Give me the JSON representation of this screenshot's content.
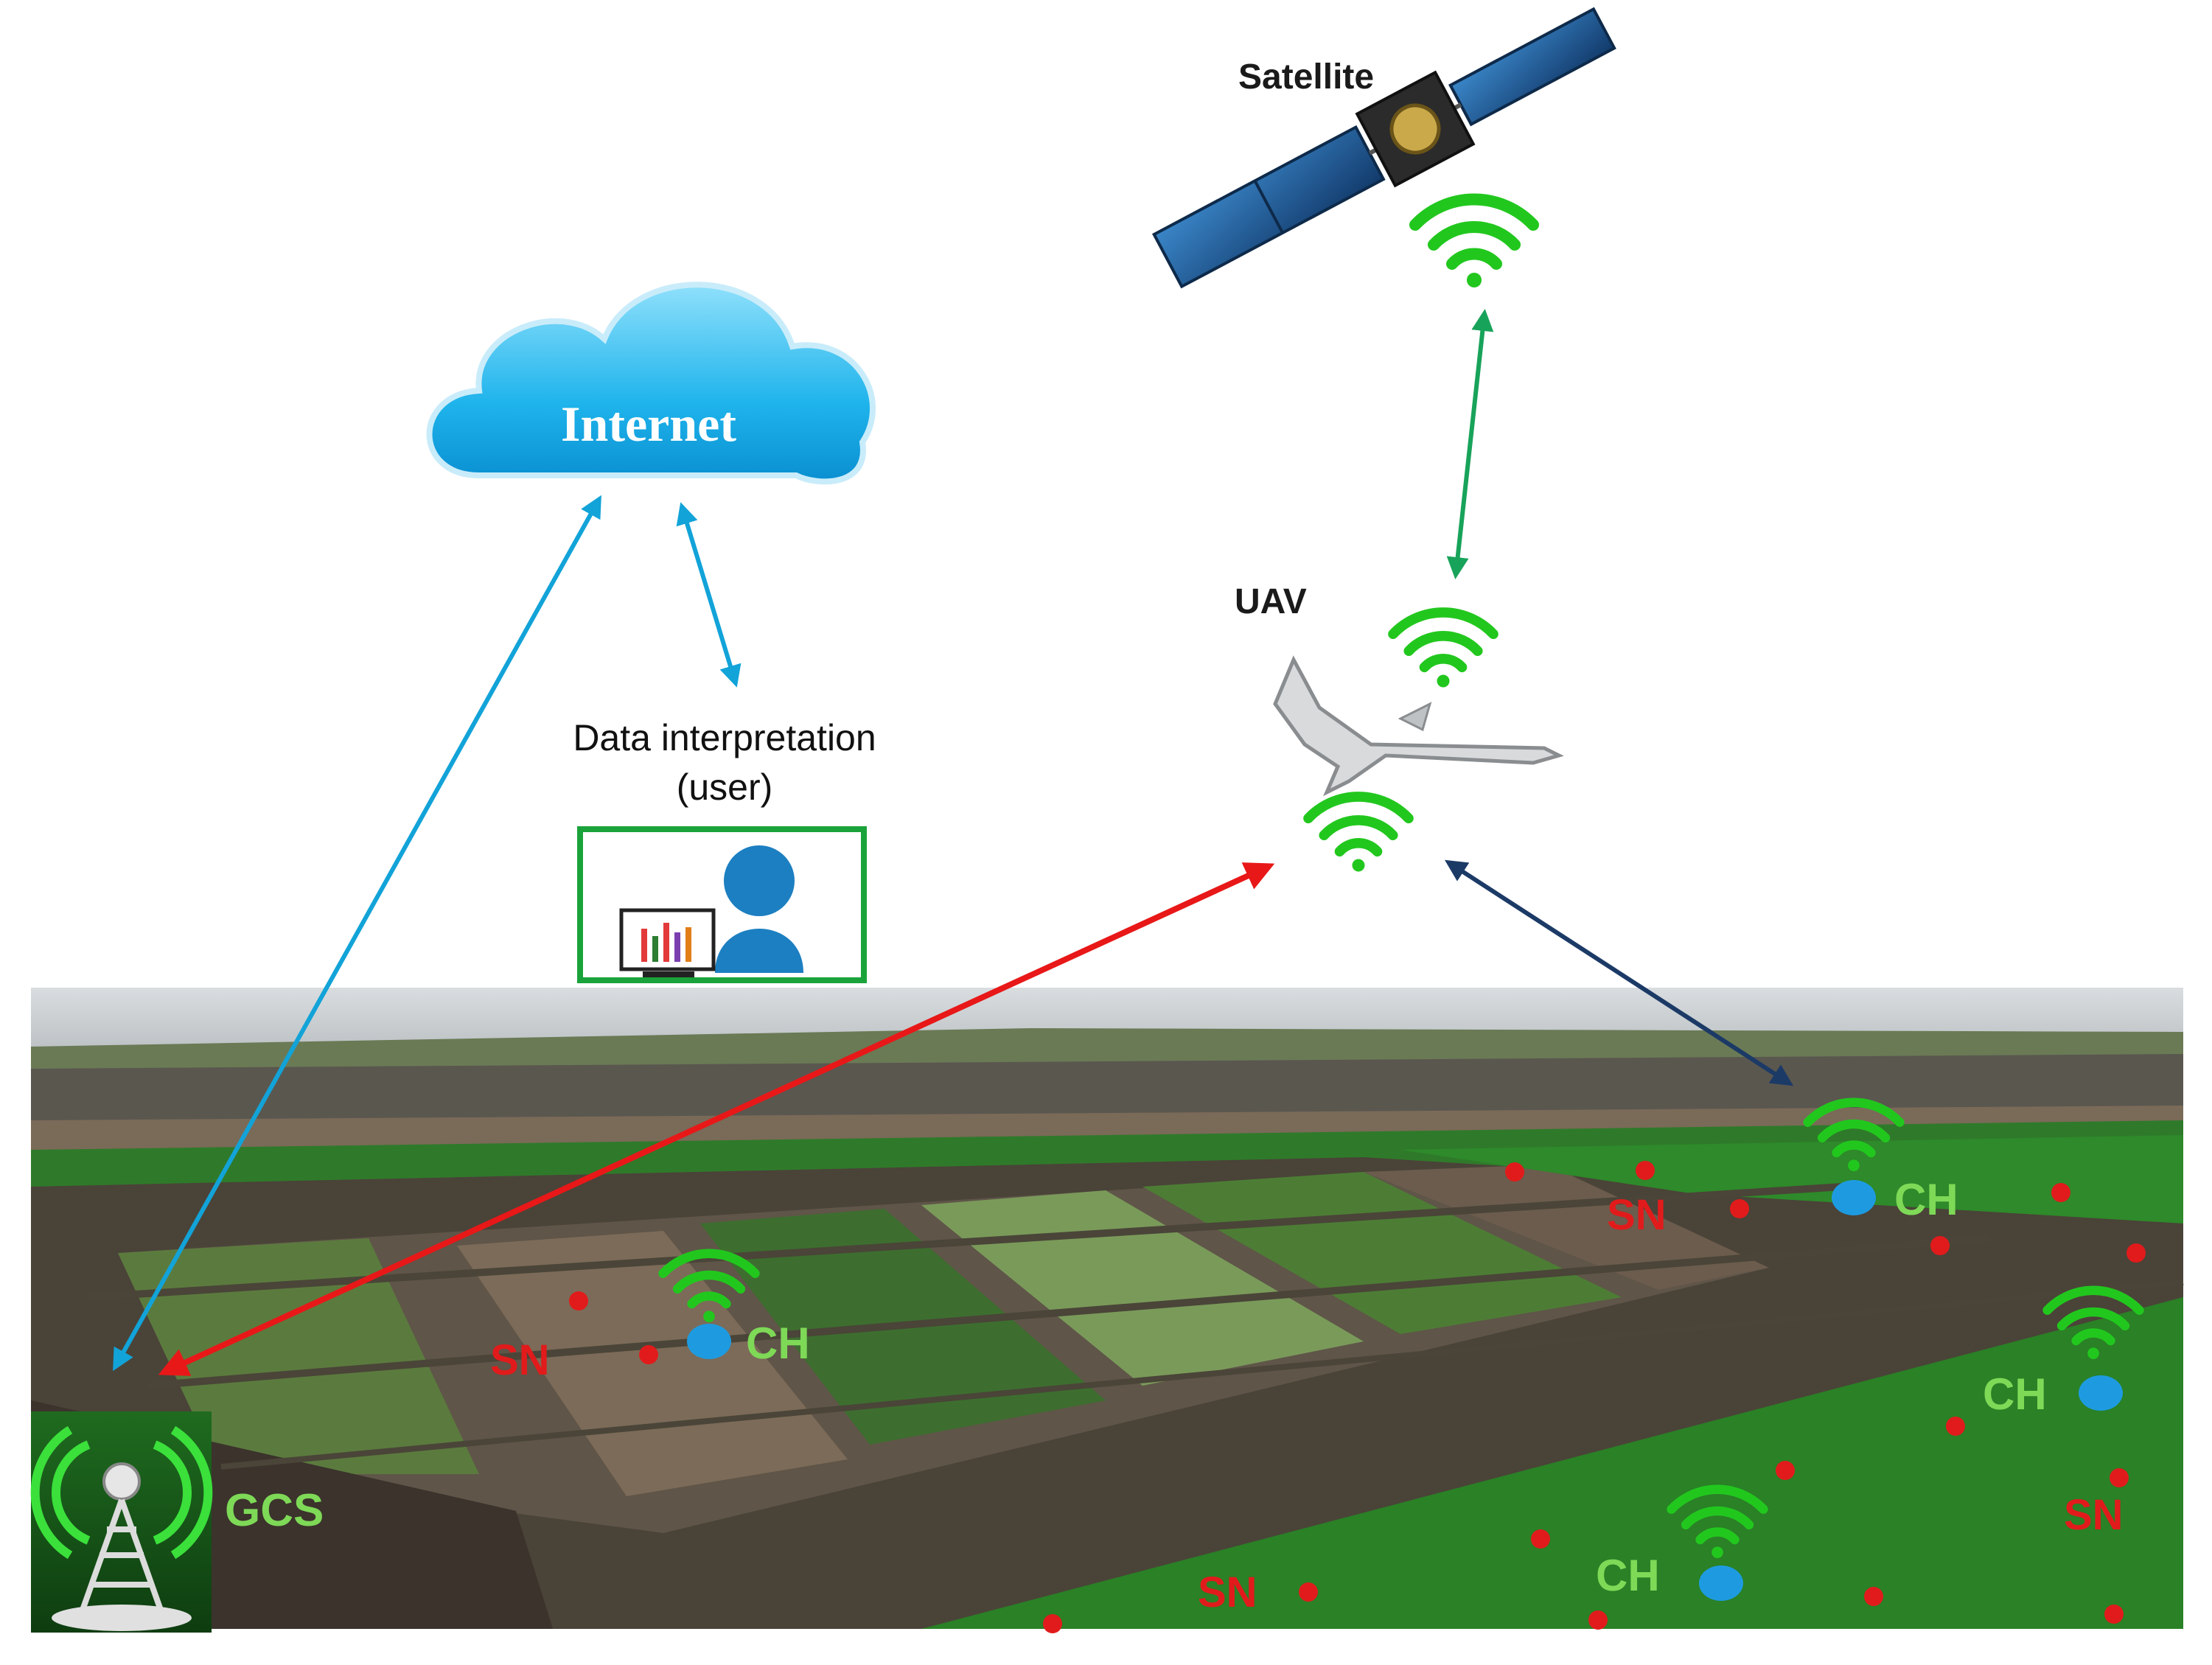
{
  "labels": {
    "satellite": "Satellite",
    "internet": "Internet",
    "uav": "UAV",
    "data_interpretation_line1": "Data interpretation",
    "data_interpretation_line2": "(user)",
    "gcs": "GCS",
    "ch": "CH",
    "sn": "SN"
  },
  "colors": {
    "wifi_green": "#22c71e",
    "sn_red": "#e11b1b",
    "ch_blue": "#1e9be0",
    "label_green": "#7ed957",
    "link_internet": "#12a3d8",
    "link_uav_gcs": "#e81818",
    "link_satellite": "#18a35a",
    "link_cluster": "#1c3a66",
    "user_box": "#1aa33a"
  },
  "icons": {
    "satellite": "satellite-icon",
    "cloud": "cloud-icon",
    "uav": "uav-icon",
    "user": "user-icon",
    "tower": "antenna-tower-icon",
    "wifi": "wifi-icon"
  }
}
